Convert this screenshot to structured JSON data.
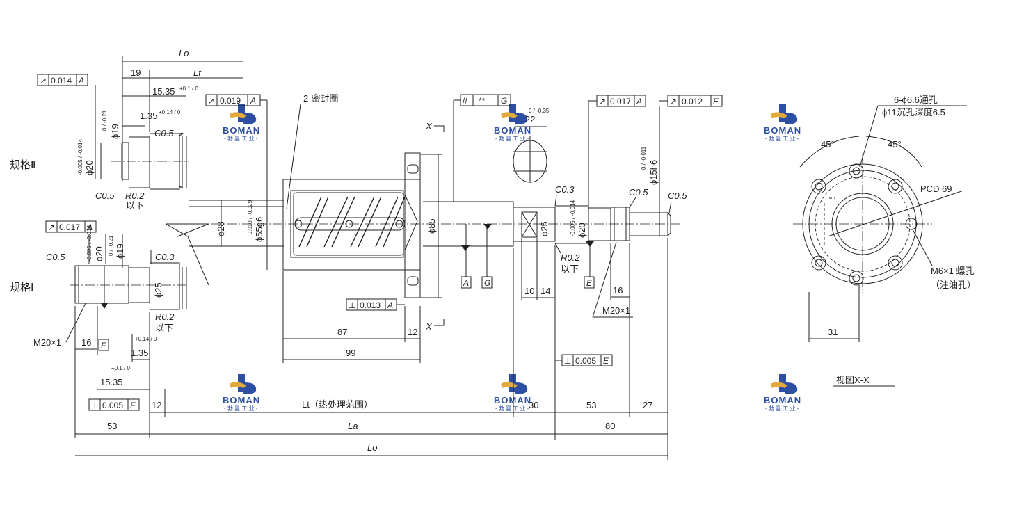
{
  "labels": {
    "spec2": "规格Ⅱ",
    "spec1": "规格Ⅰ",
    "seal": "2-密封圈",
    "view": "视图X-X",
    "holes": "6-ϕ6.6通孔",
    "counterbore": "ϕ11沉孔深度6.5",
    "pcd": "PCD 69",
    "oil_thread": "M6×1 螺孔",
    "oil_hole": "（注油孔）",
    "angle1": "45°",
    "angle2": "45°",
    "lt_heat": "Lt（热处理范围）",
    "x_mark_top": "X",
    "x_mark_bottom": "X"
  },
  "dims": {
    "lo_top": "Lo",
    "lt_top": "Lt",
    "d19_top": "19",
    "d15_35_top": "15.35",
    "tol_15_35_top": "+0.1 / 0",
    "d1_35_top": "1.35",
    "tol_1_35_top": "+0.14 / 0",
    "c05_top": "C0.5",
    "c05_top2": "C0.5",
    "phi19_spec2": "ϕ19",
    "tol_phi19_spec2": "0 / -0.21",
    "phi20_spec2": "ϕ20",
    "tol_phi20_spec2": "-0.005 / -0.014",
    "r02_spec2": "R0.2",
    "below_spec2": "以下",
    "phi28": "ϕ28",
    "phi55": "ϕ55g6",
    "tol_phi55": "-0.010 / -0.029",
    "phi85": "ϕ85",
    "phi22": "22",
    "tol_22": "0 / -0.35",
    "phi25_r": "ϕ25",
    "phi20_r": "ϕ20",
    "tol_phi20_r": "-0.005 / -0.014",
    "phi15": "ϕ15h6",
    "tol_phi15": "0 / -0.011",
    "c03_r": "C0.3",
    "c05_r1": "C0.5",
    "c05_r2": "C0.5",
    "r02_r": "R0.2",
    "below_r": "以下",
    "d10": "10",
    "d14": "14",
    "d16_r": "16",
    "m20_r": "M20×1",
    "d87": "87",
    "d12_nut": "12",
    "d99": "99",
    "c05_s1": "C0.5",
    "c03_s1": "C0.3",
    "phi20_s1": "ϕ20",
    "tol_phi20_s1": "-0.005 / -0.014",
    "phi19_s1": "ϕ19",
    "tol_phi19_s1": "0 / -0.21",
    "phi25_s1": "ϕ25",
    "r02_s1": "R0.2",
    "below_s1": "以下",
    "m20_s1": "M20×1",
    "d16_s1": "16",
    "d1_35_s1": "1.35",
    "tol_1_35_s1": "+0.14 / 0",
    "d15_35_s1": "15.35",
    "tol_15_35_s1": "+0.1 / 0",
    "d53_l": "53",
    "d12_l": "12",
    "d30": "30",
    "d53_r": "53",
    "d27": "27",
    "d80": "80",
    "la": "La",
    "lo_bottom": "Lo",
    "d31": "31"
  },
  "tolerance_frames": {
    "runout_spec2": {
      "symbol": "↗",
      "value": "0.014",
      "datum": "A"
    },
    "runout_nut": {
      "symbol": "↗",
      "value": "0.019",
      "datum": "A"
    },
    "runout_spec1": {
      "symbol": "↗",
      "value": "0.017",
      "datum": "A"
    },
    "parallel_g": {
      "symbol": "//",
      "value": "**",
      "datum": "G"
    },
    "runout_right1": {
      "symbol": "↗",
      "value": "0.017",
      "datum": "A"
    },
    "runout_right2": {
      "symbol": "↗",
      "value": "0.012",
      "datum": "E"
    },
    "perp_nut": {
      "symbol": "⊥",
      "value": "0.013",
      "datum": "A"
    },
    "perp_right": {
      "symbol": "⊥",
      "value": "0.005",
      "datum": "E"
    },
    "perp_left": {
      "symbol": "⊥",
      "value": "0.005",
      "datum": "F"
    }
  },
  "datums": {
    "a": "A",
    "g": "G",
    "e": "E",
    "f": "F"
  },
  "watermark": {
    "brand": "BOMAN",
    "sub": "- 勃 曼 工 业 -",
    "color_blue": "#2c4fa3",
    "color_gold": "#e2a93b"
  }
}
